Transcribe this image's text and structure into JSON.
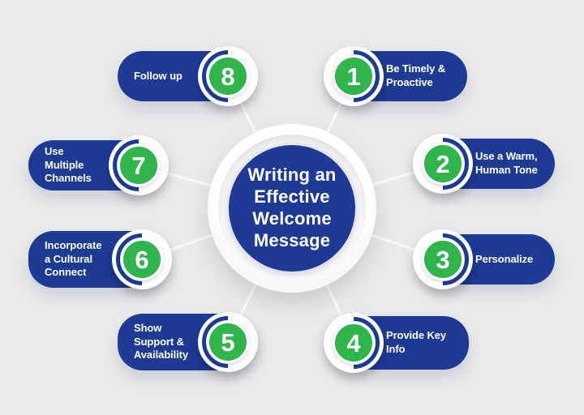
{
  "title": "Writing an Effective Welcome Message",
  "center": {
    "title": "Writing an\nEffective\nWelcome\nMessage"
  },
  "colors": {
    "background": "#e9e9ea",
    "pill_blue": "#1d3b95",
    "number_green": "#2fb54c",
    "badge_white": "#fdfdfe",
    "text_white": "#ffffff"
  },
  "items": [
    {
      "number": "1",
      "label": "Be Timely &\nProactive",
      "side": "right"
    },
    {
      "number": "2",
      "label": "Use a Warm,\nHuman Tone",
      "side": "right"
    },
    {
      "number": "3",
      "label": "Personalize",
      "side": "right"
    },
    {
      "number": "4",
      "label": "Provide Key\nInfo",
      "side": "right"
    },
    {
      "number": "5",
      "label": "Show\nSupport &\nAvailability",
      "side": "left"
    },
    {
      "number": "6",
      "label": "Incorporate\na Cultural\nConnect",
      "side": "left"
    },
    {
      "number": "7",
      "label": "Use Multiple\nChannels",
      "side": "left"
    },
    {
      "number": "8",
      "label": "Follow up",
      "side": "left"
    }
  ]
}
